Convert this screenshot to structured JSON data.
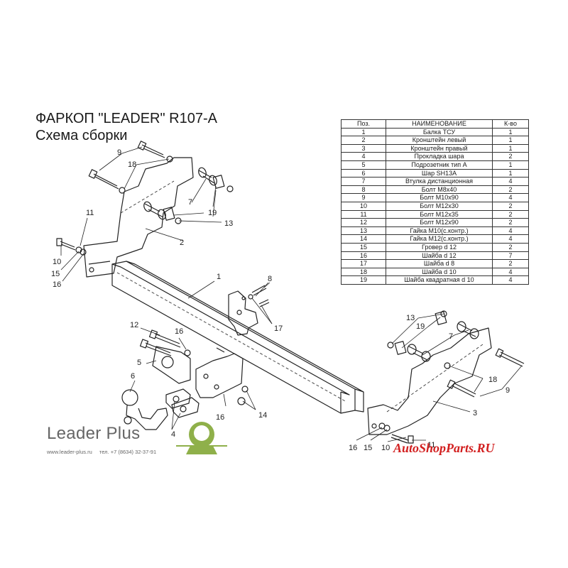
{
  "title": {
    "line1": "ФАРКОП \"LEADER\" R107-A",
    "line2": "Схема сборки"
  },
  "parts_table": {
    "headers": [
      "Поз.",
      "НАИМЕНОВАНИЕ",
      "К-во"
    ],
    "rows": [
      [
        "1",
        "Балка ТСУ",
        "1"
      ],
      [
        "2",
        "Кронштейн левый",
        "1"
      ],
      [
        "3",
        "Кронштейн правый",
        "1"
      ],
      [
        "4",
        "Прокладка шара",
        "2"
      ],
      [
        "5",
        "Подрозетник тип А",
        "1"
      ],
      [
        "6",
        "Шар SH13A",
        "1"
      ],
      [
        "7",
        "Втулка дистанционная",
        "4"
      ],
      [
        "8",
        "Болт М8х40",
        "2"
      ],
      [
        "9",
        "Болт М10х90",
        "4"
      ],
      [
        "10",
        "Болт М12х30",
        "2"
      ],
      [
        "11",
        "Болт М12х35",
        "2"
      ],
      [
        "12",
        "Болт М12х90",
        "2"
      ],
      [
        "13",
        "Гайка  М10(с.контр.)",
        "4"
      ],
      [
        "14",
        "Гайка М12(с.контр.)",
        "4"
      ],
      [
        "15",
        "Гровер d 12",
        "2"
      ],
      [
        "16",
        "Шайба d 12",
        "7"
      ],
      [
        "17",
        "Шайба d 8",
        "2"
      ],
      [
        "18",
        "Шайба d 10",
        "4"
      ],
      [
        "19",
        "Шайба квадратная d 10",
        "4"
      ]
    ]
  },
  "callouts": [
    "9",
    "18",
    "7",
    "19",
    "13",
    "11",
    "2",
    "10",
    "15",
    "16",
    "1",
    "8",
    "17",
    "12",
    "16",
    "5",
    "6",
    "4",
    "16",
    "14",
    "13",
    "19",
    "7",
    "18",
    "9",
    "3",
    "16",
    "15",
    "10",
    "11"
  ],
  "brand": {
    "name": "Leader Plus",
    "site": "www.leader-plus.ru",
    "phone": "тел. +7 (8634) 32-37-91",
    "logo_color": "#8fb04a"
  },
  "watermark": "AutoShopParts.RU",
  "colors": {
    "line": "#222222",
    "watermark": "#d21f1f",
    "logo_green": "#8fb04a"
  }
}
